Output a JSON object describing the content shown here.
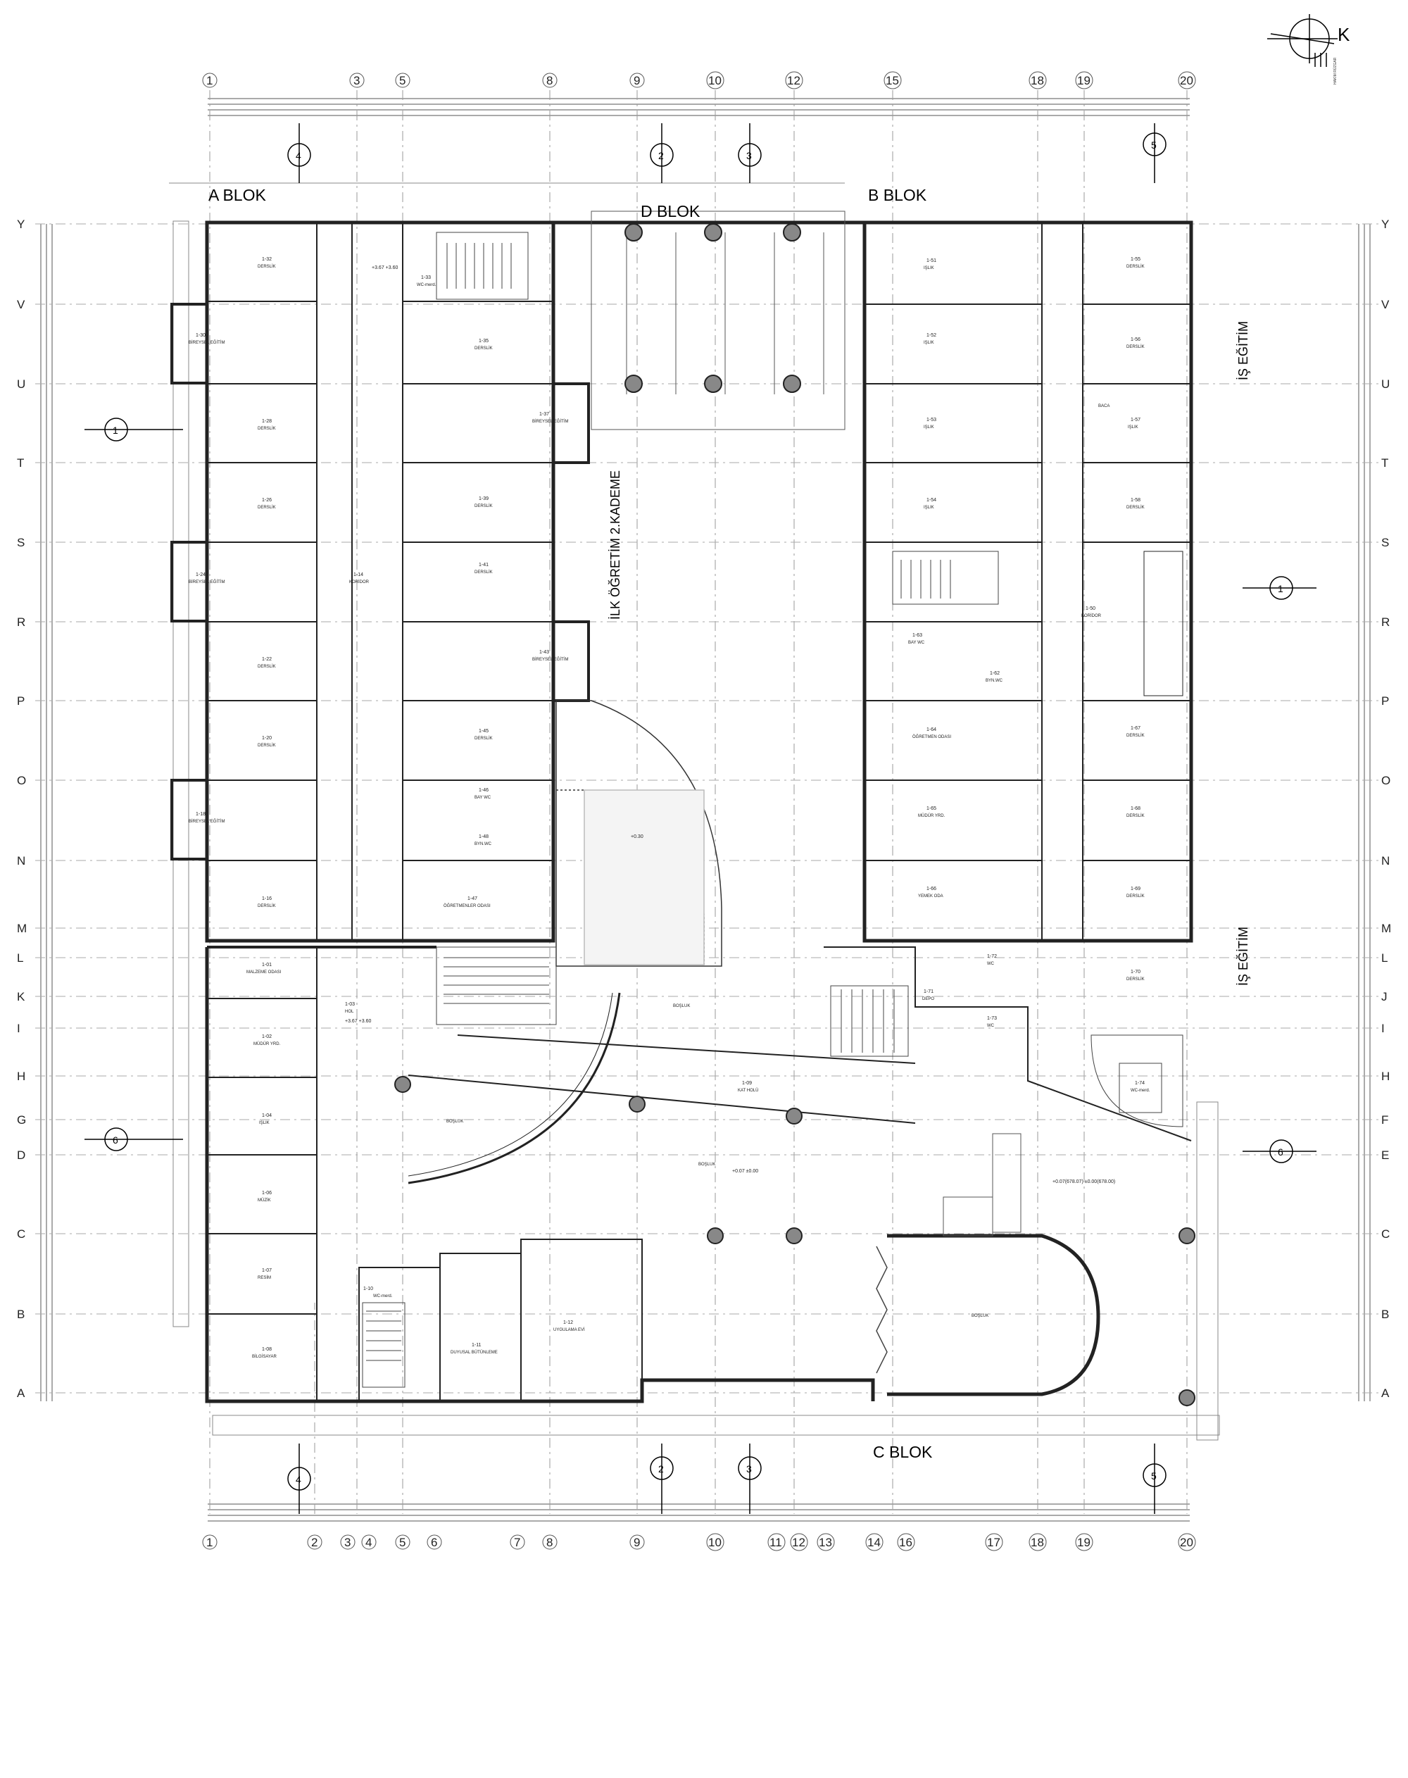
{
  "north": {
    "letter": "K",
    "note": "HAKİM RÜZGAR"
  },
  "blocks": {
    "a": "A BLOK",
    "b": "B BLOK",
    "c": "C BLOK",
    "d": "D BLOK"
  },
  "side_titles": {
    "is_egitim_1": "İŞ EĞİTİM",
    "is_egitim_2": "İŞ EĞİTİM",
    "ilk_ogretim": "İLK ÖĞRETİM 2.KADEME"
  },
  "top_axes": [
    "1",
    "3",
    "5",
    "8",
    "9",
    "10",
    "12",
    "15",
    "18",
    "19",
    "20"
  ],
  "bottom_axes": [
    "1",
    "2",
    "3",
    "4",
    "5",
    "6",
    "7",
    "8",
    "9",
    "10",
    "11",
    "12",
    "13",
    "14",
    "16",
    "17",
    "18",
    "19",
    "20"
  ],
  "row_axes": [
    "Y",
    "V",
    "U",
    "T",
    "S",
    "R",
    "P",
    "O",
    "N",
    "M",
    "L",
    "K",
    "I",
    "H",
    "G",
    "D",
    "C",
    "B",
    "A"
  ],
  "right_row_axes": [
    "Y",
    "V",
    "U",
    "T",
    "S",
    "R",
    "P",
    "O",
    "N",
    "M",
    "L",
    "J",
    "I",
    "H",
    "F",
    "E",
    "C",
    "B",
    "A"
  ],
  "section_marks": {
    "s1": "1",
    "s2": "2",
    "s3": "3",
    "s4": "4",
    "s5": "5",
    "s6": "6"
  },
  "rooms": {
    "a_dersl1": {
      "code": "1-32",
      "name": "DERSLİK"
    },
    "a_bireysel1": {
      "code": "1-30",
      "name": "BİREYSEL EĞİTİM"
    },
    "a_dersl2": {
      "code": "1-28",
      "name": "DERSLİK"
    },
    "a_dersl3": {
      "code": "1-26",
      "name": "DERSLİK"
    },
    "a_bireysel2": {
      "code": "1-24",
      "name": "BİREYSEL EĞİTİM"
    },
    "a_koridor": {
      "code": "1-14",
      "name": "KORİDOR"
    },
    "a_dersl4": {
      "code": "1-22",
      "name": "DERSLİK"
    },
    "a_dersl5": {
      "code": "1-20",
      "name": "DERSLİK"
    },
    "a_bireysel3": {
      "code": "1-18",
      "name": "BİREYSEL EĞİTİM"
    },
    "a_dersl6": {
      "code": "1-16",
      "name": "DERSLİK"
    },
    "a_wc_merd": {
      "code": "1-33",
      "name": "WC-merd."
    },
    "a_dersl7": {
      "code": "1-35",
      "name": "DERSLİK"
    },
    "a_bireysel4": {
      "code": "1-37",
      "name": "BİREYSEL EĞİTİM"
    },
    "a_dersl8": {
      "code": "1-39",
      "name": "DERSLİK"
    },
    "a_dersl9": {
      "code": "1-41",
      "name": "DERSLİK"
    },
    "a_bireysel5": {
      "code": "1-43",
      "name": "BİREYSEL EĞİTİM"
    },
    "a_dersl10": {
      "code": "1-45",
      "name": "DERSLİK"
    },
    "a_bay_wc": {
      "code": "1-46",
      "name": "BAY WC"
    },
    "a_bayan_wc": {
      "code": "1-48",
      "name": "BYN.WC"
    },
    "a_ogretmen": {
      "code": "1-47",
      "name": "ÖĞRETMENLER ODASI"
    },
    "b_islik1": {
      "code": "1-51",
      "name": "IŞLIK"
    },
    "b_islik2": {
      "code": "1-52",
      "name": "IŞLIK"
    },
    "b_islik3": {
      "code": "1-53",
      "name": "IŞLIK"
    },
    "b_islik4": {
      "code": "1-54",
      "name": "IŞLIK"
    },
    "b_dersl1": {
      "code": "1-55",
      "name": "DERSLİK"
    },
    "b_dersl2": {
      "code": "1-56",
      "name": "DERSLİK"
    },
    "b_islik5": {
      "code": "1-57",
      "name": "IŞLIK"
    },
    "b_dersl3": {
      "code": "1-58",
      "name": "DERSLİK"
    },
    "b_koridor": {
      "code": "1-50",
      "name": "KORİDOR"
    },
    "b_bay_wc": {
      "code": "1-63",
      "name": "BAY WC"
    },
    "b_byn_wc": {
      "code": "1-62",
      "name": "BYN.WC"
    },
    "b_ogretmen": {
      "code": "1-64",
      "name": "ÖĞRETMEN ODASI"
    },
    "b_mudur": {
      "code": "1-65",
      "name": "MÜDÜR YRD."
    },
    "b_yemek": {
      "code": "1-66",
      "name": "YEMEK ODA"
    },
    "b_dersl4": {
      "code": "1-67",
      "name": "DERSLİK"
    },
    "b_dersl5": {
      "code": "1-68",
      "name": "DERSLİK"
    },
    "b_dersl6": {
      "code": "1-69",
      "name": "DERSLİK"
    },
    "b_dersl7": {
      "code": "1-70",
      "name": "DERSLİK"
    },
    "b_depo": {
      "code": "1-71",
      "name": "DEPO"
    },
    "b_wc1": {
      "code": "1-72",
      "name": "WC"
    },
    "b_wc2": {
      "code": "1-73",
      "name": "WC"
    },
    "b_wc_merd": {
      "code": "1-74",
      "name": "WC-merd."
    },
    "c_malzeme": {
      "code": "1-01",
      "name": "MALZEME ODASI"
    },
    "c_mudur": {
      "code": "1-02",
      "name": "MÜDÜR YRD."
    },
    "c_islik": {
      "code": "1-04",
      "name": "IŞLIK"
    },
    "c_muzik": {
      "code": "1-06",
      "name": "MÜZİK"
    },
    "c_resim": {
      "code": "1-07",
      "name": "RESİM"
    },
    "c_bilgisayar": {
      "code": "1-08",
      "name": "BİLGİSAYAR"
    },
    "c_hol": {
      "code": "1-03",
      "name": "HOL"
    },
    "c_wc_merd": {
      "code": "1-10",
      "name": "WC-merd."
    },
    "c_duyusal": {
      "code": "1-11",
      "name": "DUYUSAL BÜTÜNLEME"
    },
    "c_uygulama": {
      "code": "1-12",
      "name": "UYGULAMA EVİ"
    },
    "c_bosluk1": {
      "code": "",
      "name": "BOŞLUK"
    },
    "c_bosluk2": {
      "code": "",
      "name": "BOŞLUK"
    },
    "c_bosluk3": {
      "code": "",
      "name": "BOŞLUK"
    },
    "c_kat_holu": {
      "code": "1-09",
      "name": "KAT HOLÜ"
    },
    "d_bosluk": {
      "code": "",
      "name": "BOŞLUK"
    },
    "baca": {
      "code": "",
      "name": "BACA"
    }
  },
  "levels": {
    "a": "+3.67 +3.60",
    "c": "+3.67 +3.60",
    "pool": "+0.30",
    "bosluk": "+0.07 ±0.00",
    "plaza": "+0.07(678.07) ±0.00(678.00)"
  }
}
